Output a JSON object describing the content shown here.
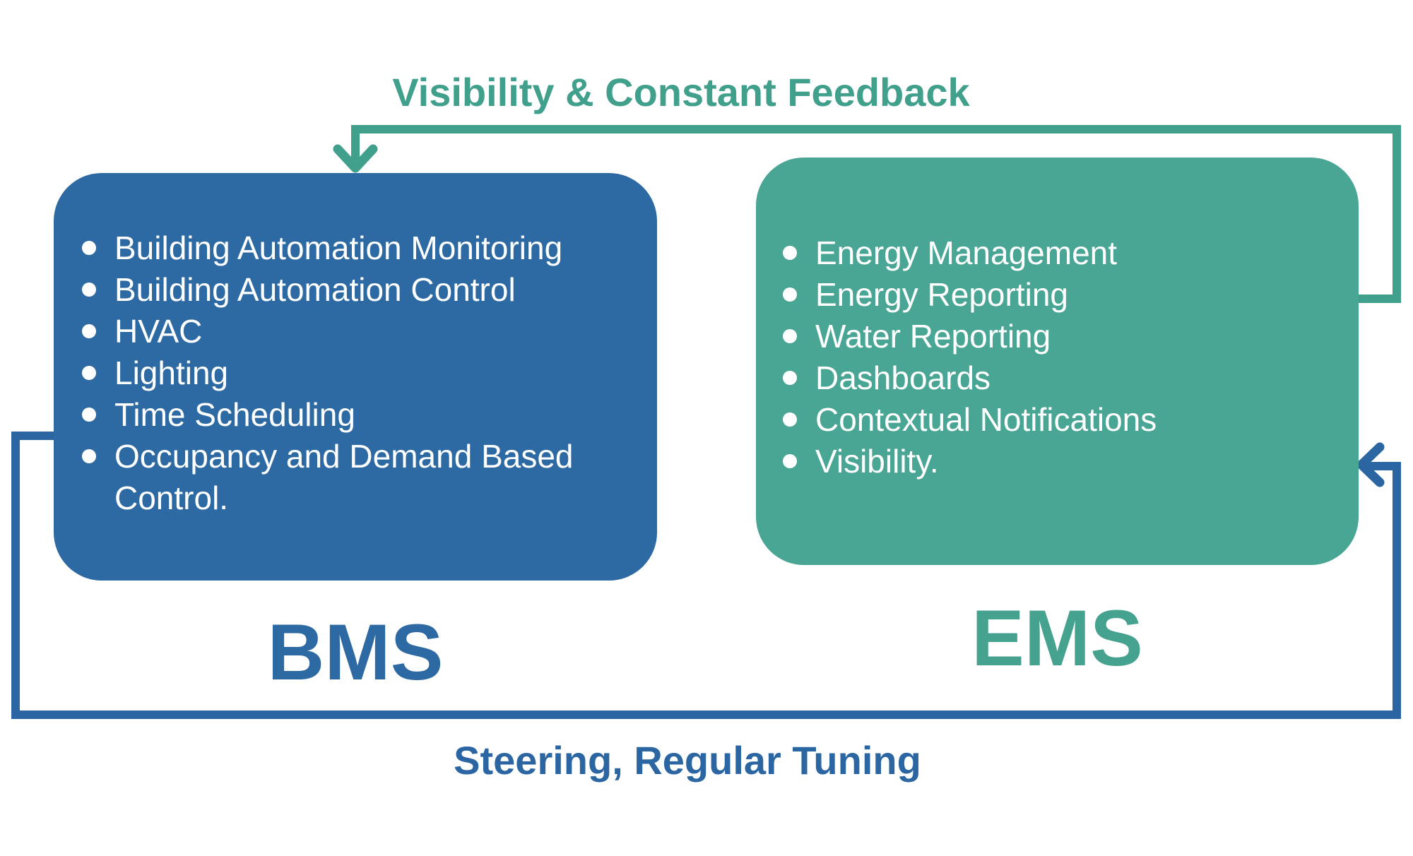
{
  "diagram": {
    "top_label": "Visibility & Constant Feedback",
    "bottom_label": "Steering, Regular Tuning"
  },
  "bms": {
    "title": "BMS",
    "items": [
      "Building Automation Monitoring",
      "Building Automation Control",
      "HVAC",
      "Lighting",
      "Time Scheduling",
      "Occupancy and Demand Based Control."
    ]
  },
  "ems": {
    "title": "EMS",
    "items": [
      "Energy Management",
      "Energy Reporting",
      "Water Reporting",
      "Dashboards",
      "Contextual Notifications",
      "Visibility."
    ]
  },
  "colors": {
    "bms_box_fill": "#2d6aa3",
    "bms_accent": "#2b66a2",
    "ems_box_fill": "#49a694",
    "ems_accent": "#40a08b",
    "list_text": "#ffffff",
    "background": "#ffffff"
  }
}
